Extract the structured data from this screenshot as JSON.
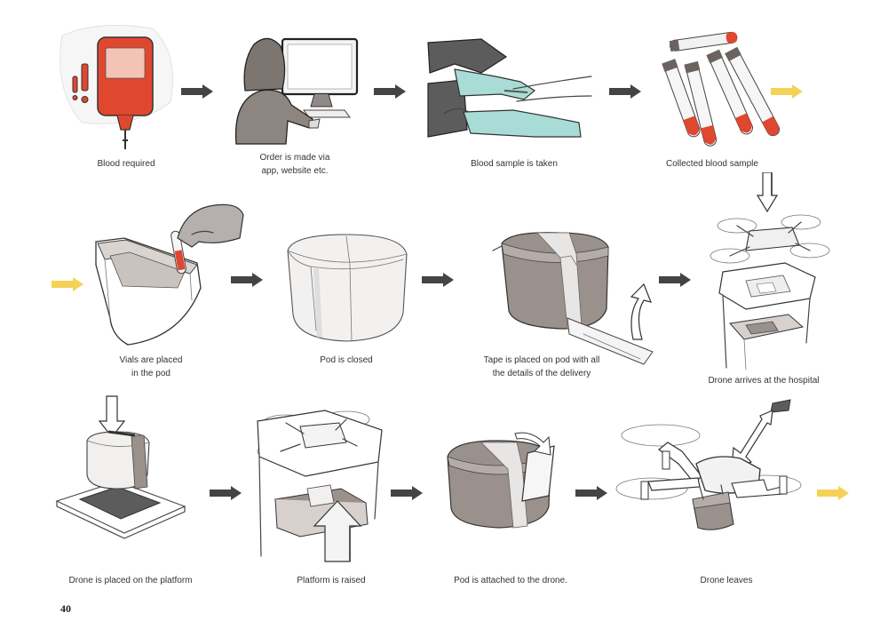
{
  "colors": {
    "blood_red": "#e0472f",
    "arrow_dark": "#444444",
    "arrow_yellow": "#f4d257",
    "glove_teal": "#a9dcd6",
    "pod_taupe": "#9a918c",
    "cloth_gray": "#5c5c5c"
  },
  "steps": [
    {
      "caption": "Blood required",
      "icon": "blood-bag-icon"
    },
    {
      "caption": "Order is made via\napp, website etc.",
      "icon": "person-at-computer-icon"
    },
    {
      "caption": "Blood sample is taken",
      "icon": "blood-draw-icon"
    },
    {
      "caption": "Collected blood sample",
      "icon": "blood-vials-icon"
    },
    {
      "caption": "Vials are placed\nin the pod",
      "icon": "open-pod-icon"
    },
    {
      "caption": "Pod is closed",
      "icon": "closed-pod-icon"
    },
    {
      "caption": "Tape is placed on pod with all\nthe details of the delivery",
      "icon": "taped-pod-icon"
    },
    {
      "caption": "Drone arrives at the hospital",
      "icon": "drone-on-station-icon"
    },
    {
      "caption": "Drone is placed on the  platform",
      "icon": "pod-on-platform-icon"
    },
    {
      "caption": "Platform is raised",
      "icon": "raised-platform-icon"
    },
    {
      "caption": "Pod is attached to the drone.",
      "icon": "pod-attach-icon"
    },
    {
      "caption": "Drone leaves",
      "icon": "drone-flying-icon"
    }
  ],
  "page_number": "40"
}
